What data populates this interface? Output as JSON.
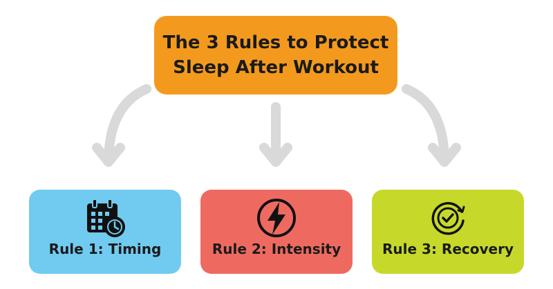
{
  "title": {
    "line1": "The 3 Rules to Protect",
    "line2": "Sleep After Workout",
    "color": "#F39A1E"
  },
  "arrow_color": "#D9D9D9",
  "rules": [
    {
      "label": "Rule 1: Timing",
      "color": "#71CBF0",
      "icon": "calendar-clock-icon"
    },
    {
      "label": "Rule 2: Intensity",
      "color": "#EE6A60",
      "icon": "lightning-bolt-icon"
    },
    {
      "label": "Rule 3: Recovery",
      "color": "#C6D92A",
      "icon": "check-cycle-icon"
    }
  ]
}
